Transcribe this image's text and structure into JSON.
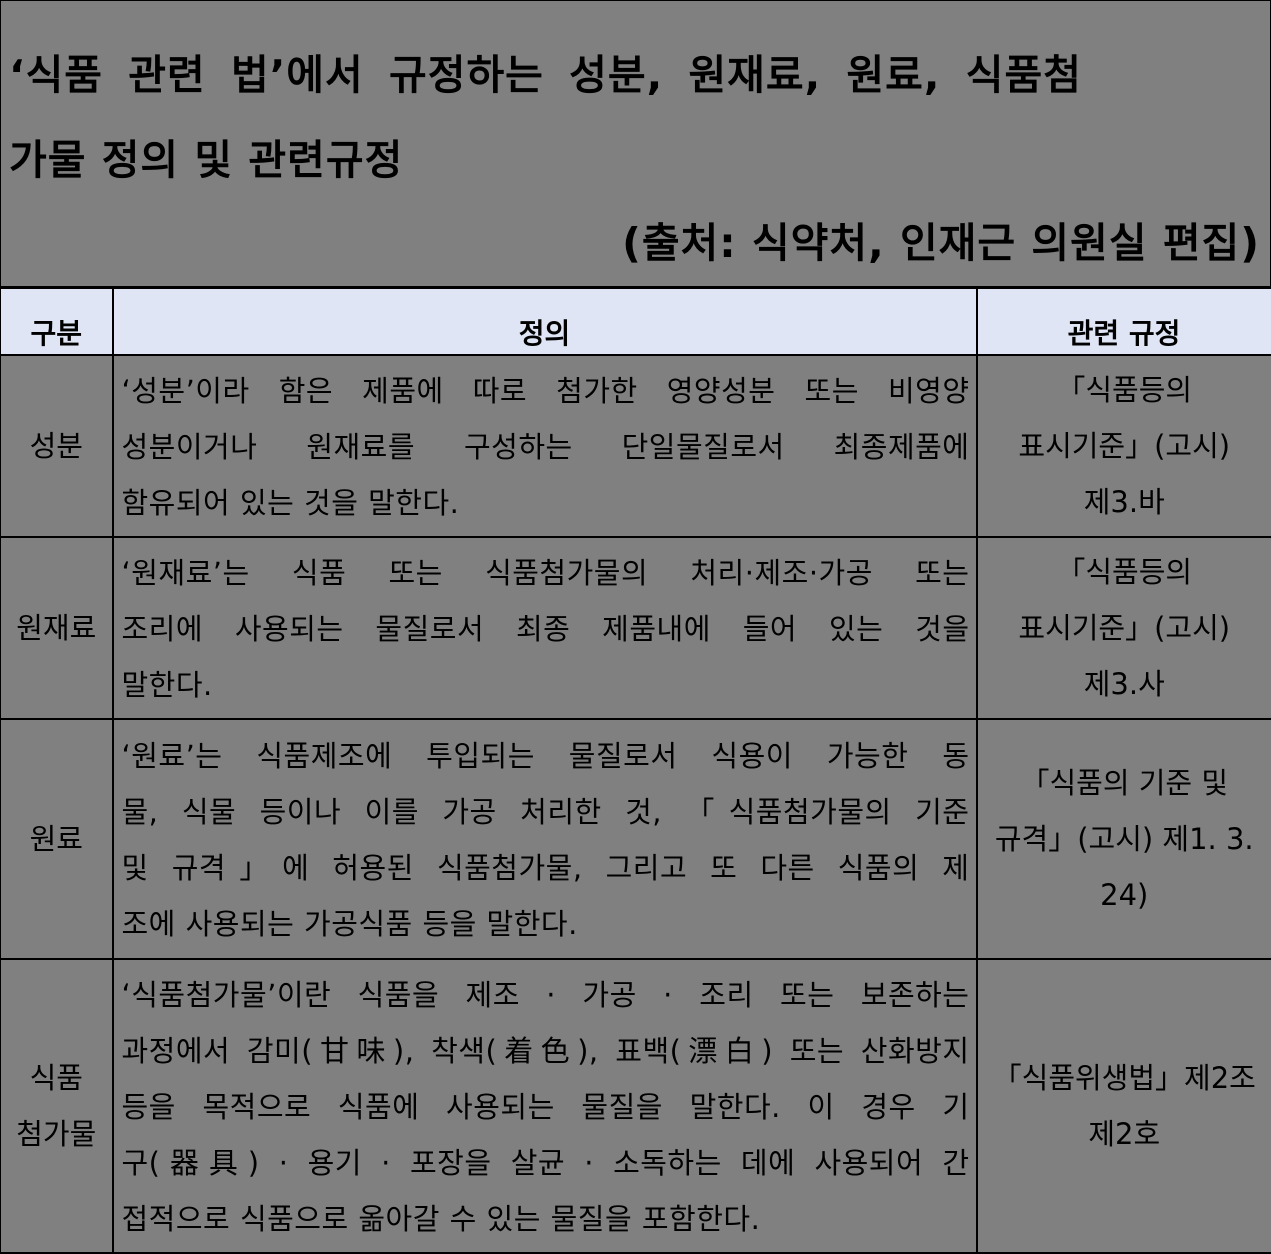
{
  "title": {
    "line1": "‘식품 관련 법’에서 규정하는 성분, 원재료, 원료, 식품첨",
    "line2": "가물 정의 및 관련규정",
    "source": "(출처: 식약처, 인재근 의원실 편집)"
  },
  "table": {
    "headers": {
      "category": "구분",
      "definition": "정의",
      "regulation": "관련 규정"
    },
    "rows": [
      {
        "category_lines": [
          "성분"
        ],
        "definition_lines": [
          "‘성분’이라 함은 제품에 따로 첨가한 영양성분 또는 비영양",
          "성분이거나 원재료를 구성하는 단일물질로서 최종제품에",
          "함유되어 있는 것을 말한다."
        ],
        "regulation_lines": [
          "「식품등의",
          "표시기준」(고시)",
          "제3.바"
        ]
      },
      {
        "category_lines": [
          "원재료"
        ],
        "definition_lines": [
          "‘원재료’는 식품 또는 식품첨가물의 처리·제조·가공 또는",
          "조리에 사용되는 물질로서 최종 제품내에 들어 있는 것을",
          "말한다."
        ],
        "regulation_lines": [
          "「식품등의",
          "표시기준」(고시)",
          "제3.사"
        ]
      },
      {
        "category_lines": [
          "원료"
        ],
        "definition_lines": [
          "‘원료’는 식품제조에 투입되는 물질로서 식용이 가능한 동",
          "물, 식물 등이나 이를 가공 처리한 것, 「식품첨가물의 기준",
          "및 규격」에 허용된 식품첨가물, 그리고 또 다른 식품의 제",
          "조에 사용되는 가공식품 등을 말한다."
        ],
        "regulation_lines": [
          "「식품의 기준 및",
          "규격」(고시) 제1. 3.",
          "24)"
        ]
      },
      {
        "category_lines": [
          "식품",
          "첨가물"
        ],
        "definition_lines": [
          "‘식품첨가물’이란 식품을 제조 · 가공 · 조리 또는 보존하는",
          "과정에서 감미(甘味), 착색(着色), 표백(漂白) 또는 산화방지",
          "등을 목적으로 식품에 사용되는 물질을 말한다. 이 경우 기",
          "구(器具) · 용기 · 포장을 살균 · 소독하는 데에 사용되어 간",
          "접적으로 식품으로 옮아갈 수 있는 물질을 포함한다."
        ],
        "regulation_lines": [
          "「식품위생법」제2조",
          "제2호"
        ]
      }
    ]
  },
  "colors": {
    "background": "#808080",
    "header_row": "#DFE5F5",
    "text": "#000000",
    "border": "#000000"
  }
}
